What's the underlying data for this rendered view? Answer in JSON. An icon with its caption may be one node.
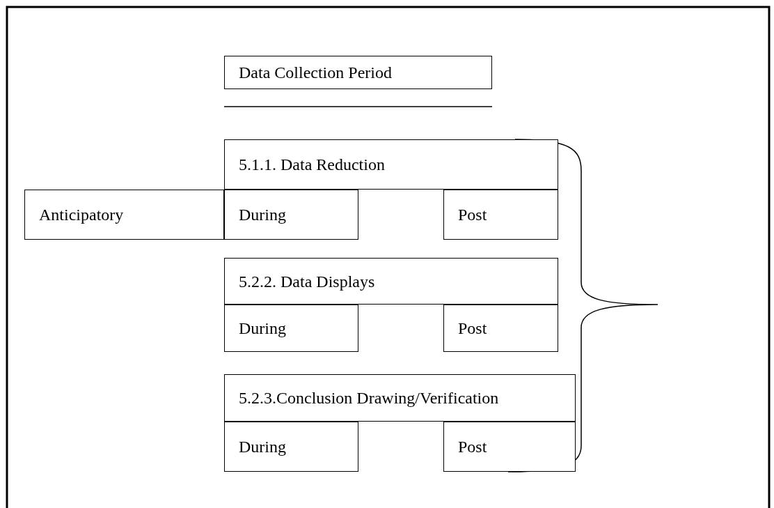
{
  "diagram": {
    "nodes": [
      {
        "text": [
          "Data Collection Period"
        ]
      },
      {
        "text": [
          "5.1.1. Data Reduction"
        ]
      },
      {
        "text": [
          "Anticipatory"
        ]
      },
      {
        "text": [
          "During"
        ]
      },
      {
        "text": [
          "Post"
        ]
      },
      {
        "text": [
          "5.2.2. Data Displays"
        ]
      },
      {
        "text": [
          "During"
        ]
      },
      {
        "text": [
          "Post"
        ]
      },
      {
        "text": [
          "5.2.3.Conclusion Drawing/Verification"
        ]
      },
      {
        "text": [
          "During"
        ]
      },
      {
        "text": [
          "Post"
        ]
      }
    ],
    "edges": []
  }
}
